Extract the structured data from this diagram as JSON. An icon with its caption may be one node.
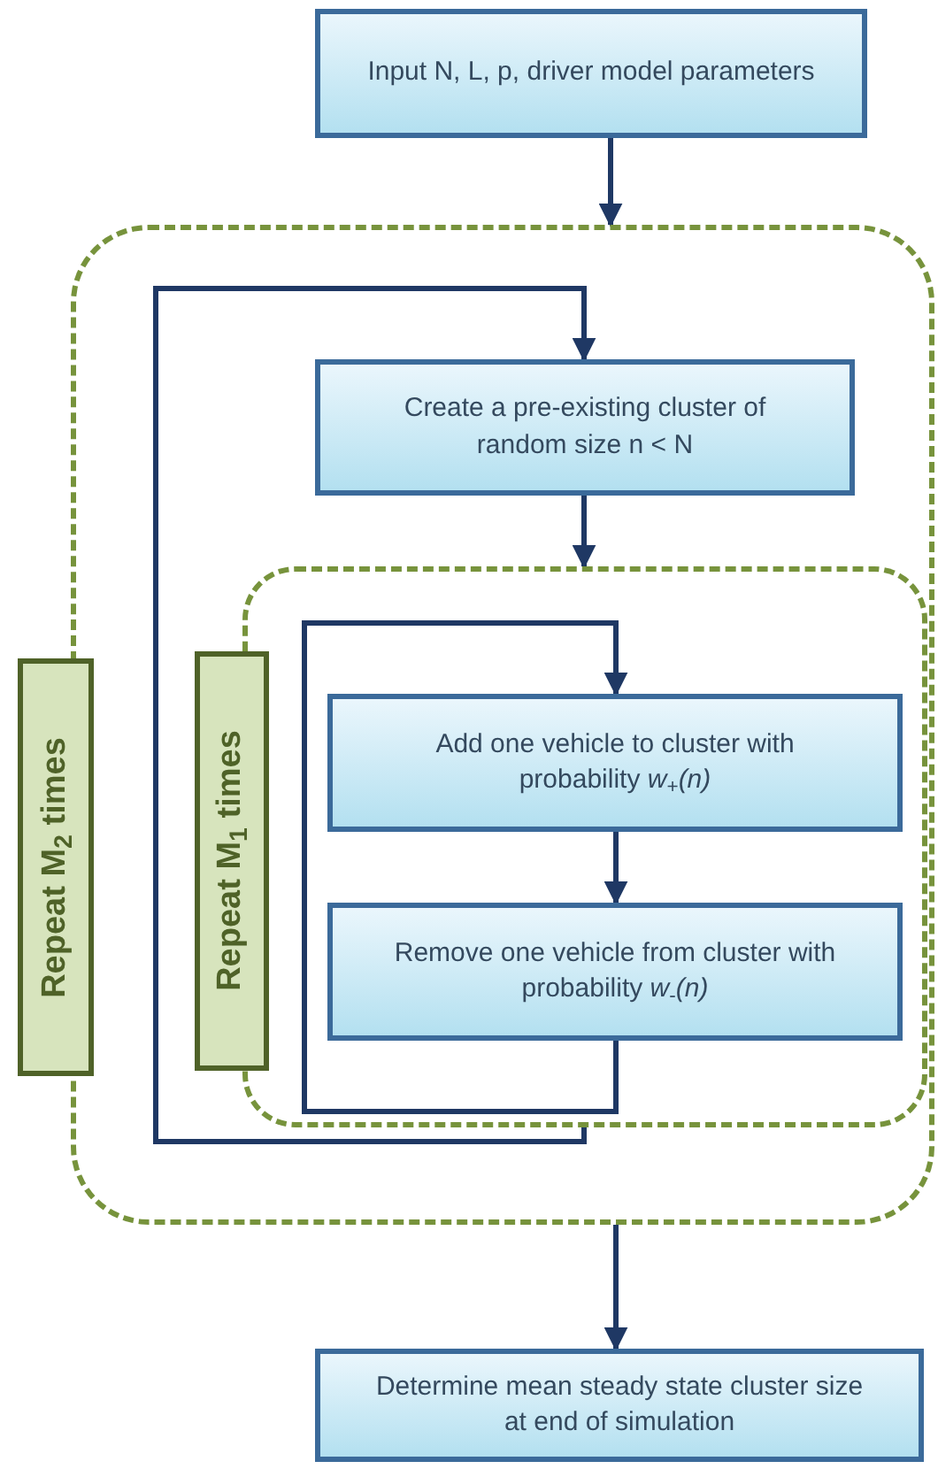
{
  "diagram": {
    "nodes": [
      {
        "text": [
          "Input N, L, p, driver model parameters"
        ]
      },
      {
        "text": [],
        "shape": "box"
      },
      {
        "text": [
          "Repeat M$_{2}$ times"
        ]
      },
      {
        "text": [
          "Create a pre-existing cluster of random size n < N"
        ],
        "in": 1
      },
      {
        "text": [],
        "shape": "box",
        "in": 1
      },
      {
        "text": [
          "Repeat M$_{1}$ times"
        ],
        "in": 1
      },
      {
        "text": [
          "Add one vehicle to cluster with probability *w*$_{+}$*(n)*"
        ],
        "in": 4
      },
      {
        "text": [
          "Remove one vehicle from cluster with probability *w*$_{-}$*(n)*"
        ],
        "in": 4
      },
      {
        "text": [
          "Determine mean steady state cluster size at end of simulation"
        ]
      }
    ],
    "edges": [
      {
        "from": 0,
        "to": 1,
        "arrow": "to"
      },
      {
        "from": 4,
        "to": 3,
        "arrow": "to"
      },
      {
        "from": 3,
        "to": 4,
        "arrow": "to"
      },
      {
        "from": 7,
        "to": 6,
        "arrow": "to"
      },
      {
        "from": 6,
        "to": 7,
        "arrow": "to"
      },
      {
        "from": 1,
        "to": 8,
        "arrow": "to"
      }
    ]
  }
}
